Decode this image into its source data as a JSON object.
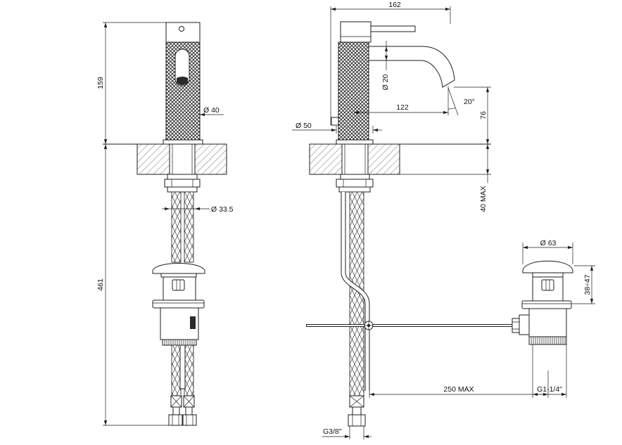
{
  "drawing": {
    "front_view": {
      "height_above_deck": "159",
      "height_below_deck": "461",
      "body_diameter": "Ø 40",
      "shank_diameter": "Ø 33.5"
    },
    "side_view": {
      "spout_projection": "162",
      "spout_diameter": "Ø 20",
      "spout_reach": "122",
      "spout_angle": "20°",
      "spout_height": "76",
      "base_diameter": "Ø 50",
      "deck_thickness": "40 MAX",
      "hose_thread": "G3/8\""
    },
    "waste_view": {
      "cap_diameter": "Ø 63",
      "cap_height_range": "38÷47",
      "rod_length": "250 MAX",
      "waste_thread": "G1-1/4\""
    }
  }
}
